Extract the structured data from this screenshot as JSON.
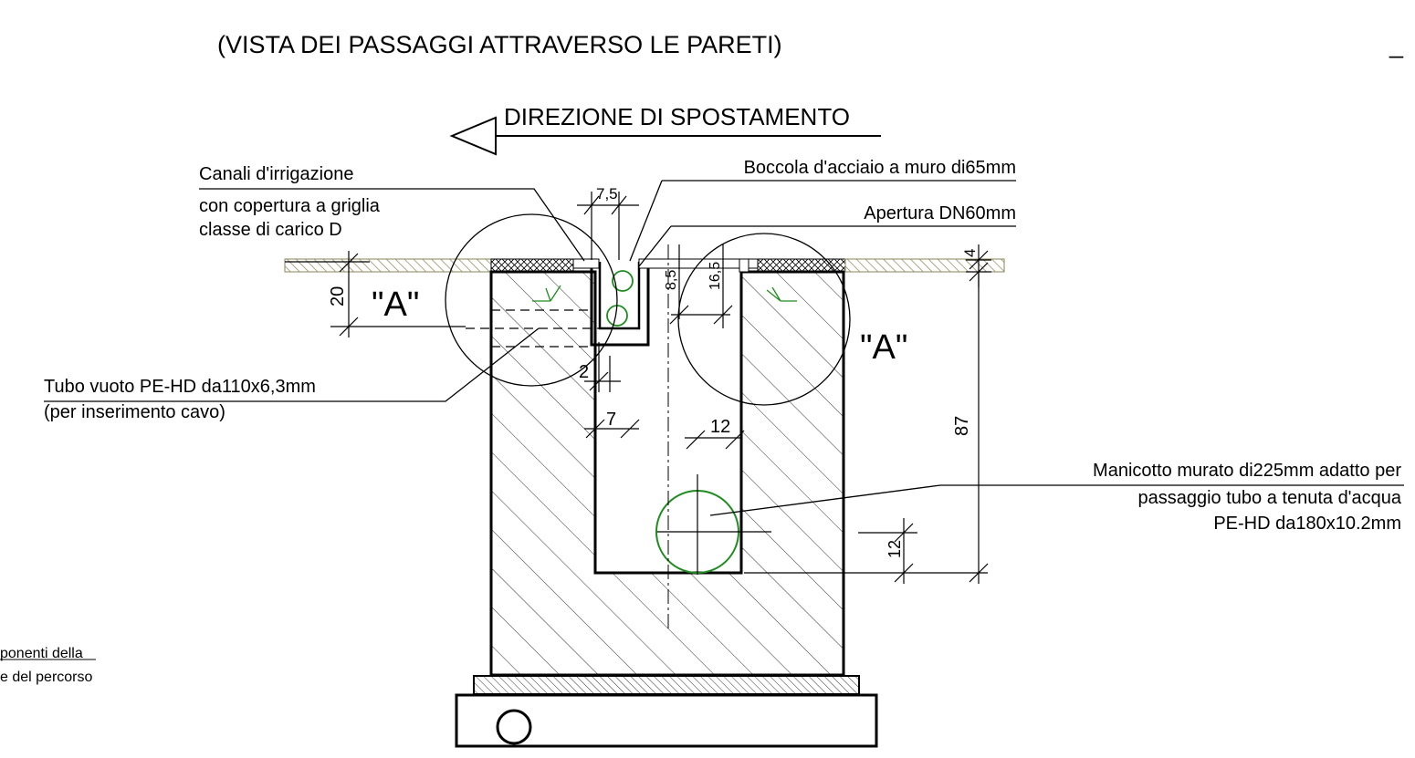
{
  "title": "(VISTA DEI PASSAGGI ATTRAVERSO LE PARETI)",
  "corner_mark": "_",
  "direction": "DIREZIONE DI SPOSTAMENTO",
  "callouts": {
    "canali_line1": "Canali d'irrigazione",
    "canali_line2": "con copertura a griglia",
    "canali_line3": "classe di carico D",
    "boccola": "Boccola d'acciaio a muro di65mm",
    "apertura": "Apertura DN60mm",
    "tubo_line1": "Tubo vuoto PE-HD da110x6,3mm",
    "tubo_line2": "(per inserimento cavo)",
    "manicotto_line1": "Manicotto murato di225mm adatto per",
    "manicotto_line2": "passaggio tubo a tenuta d'acqua",
    "manicotto_line3": "PE-HD da180x10.2mm"
  },
  "detail_marks": {
    "left": "\"A\"",
    "right": "\"A\""
  },
  "dimensions": {
    "d_7_5": "7,5",
    "d_4": "4",
    "d_20": "20",
    "d_8_5": "8,5",
    "d_16_5": "16,5",
    "d_2": "2",
    "d_7": "7",
    "d_12_mid": "12",
    "d_87": "87",
    "d_12_low": "12"
  },
  "left_note": {
    "line1": "ponenti della",
    "line2": "e del percorso"
  },
  "colors": {
    "line": "#000000",
    "green": "#1e8c1e",
    "hatch": "#8a8455"
  }
}
